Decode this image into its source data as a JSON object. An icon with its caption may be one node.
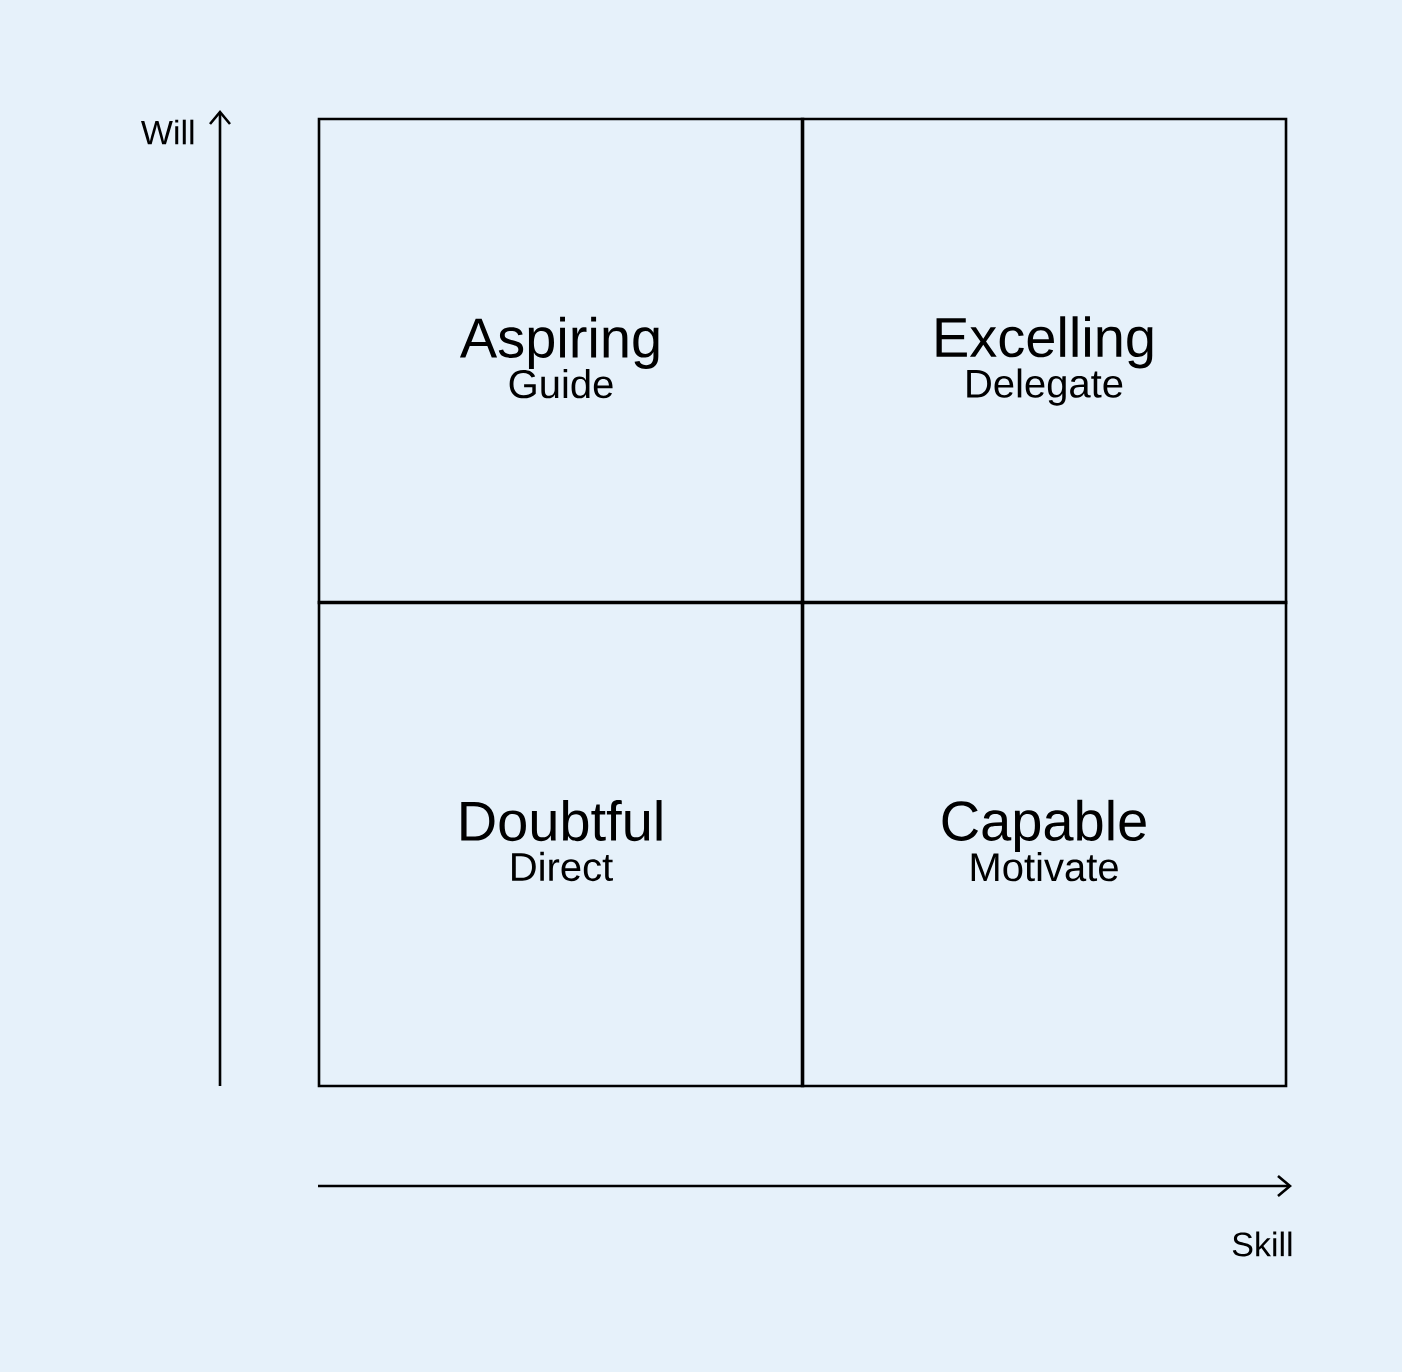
{
  "diagram": {
    "nodes": [
      {
        "text": [
          "Aspiring",
          "Guide"
        ]
      },
      {
        "text": [
          "Excelling",
          "Delegate"
        ]
      },
      {
        "text": [
          "Doubtful",
          "Direct"
        ]
      },
      {
        "text": [
          "Capable",
          "Motivate"
        ]
      }
    ],
    "labels": [
      "Will",
      "Skill"
    ]
  }
}
